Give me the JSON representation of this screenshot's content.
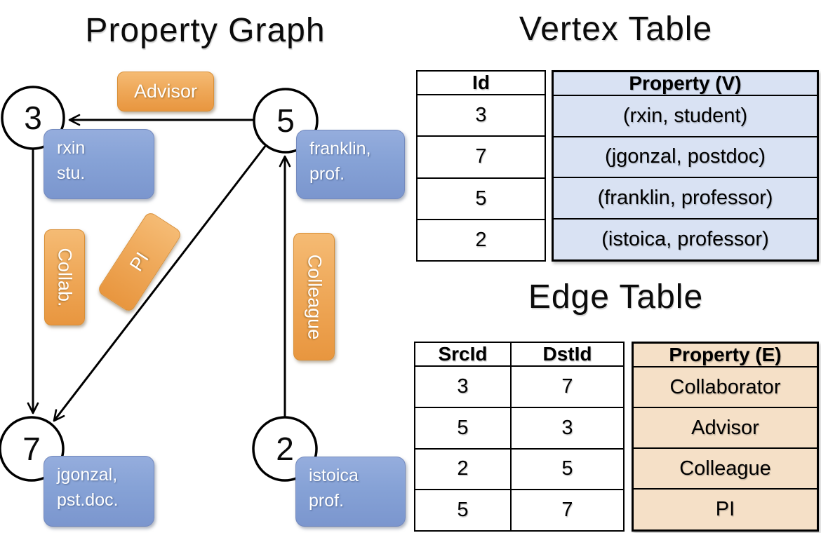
{
  "titles": {
    "graph": "Property Graph",
    "vertex_table": "Vertex Table",
    "edge_table": "Edge Table"
  },
  "graph": {
    "nodes": [
      {
        "id": "3",
        "label_line1": "rxin",
        "label_line2": "stu."
      },
      {
        "id": "5",
        "label_line1": "franklin,",
        "label_line2": "prof."
      },
      {
        "id": "7",
        "label_line1": "jgonzal,",
        "label_line2": "pst.doc."
      },
      {
        "id": "2",
        "label_line1": "istoica",
        "label_line2": "prof."
      }
    ],
    "edge_labels": {
      "advisor": "Advisor",
      "collab": "Collab.",
      "pi": "PI",
      "colleague": "Colleague"
    }
  },
  "vertex_table": {
    "id_header": "Id",
    "property_header": "Property (V)",
    "ids": [
      "3",
      "7",
      "5",
      "2"
    ],
    "properties": [
      "(rxin, student)",
      "(jgonzal, postdoc)",
      "(franklin, professor)",
      "(istoica, professor)"
    ]
  },
  "edge_table": {
    "src_header": "SrcId",
    "dst_header": "DstId",
    "edges": [
      [
        "3",
        "7"
      ],
      [
        "5",
        "3"
      ],
      [
        "2",
        "5"
      ],
      [
        "5",
        "7"
      ]
    ],
    "property_header": "Property (E)",
    "properties": [
      "Collaborator",
      "Advisor",
      "Colleague",
      "PI"
    ]
  },
  "colors": {
    "edge_label_orange": "#efa95a",
    "vertex_label_blue": "#86a2d6",
    "vertex_property_fill": "#d9e2f3",
    "edge_property_fill": "#f5e0c7",
    "line_black": "#000000"
  }
}
